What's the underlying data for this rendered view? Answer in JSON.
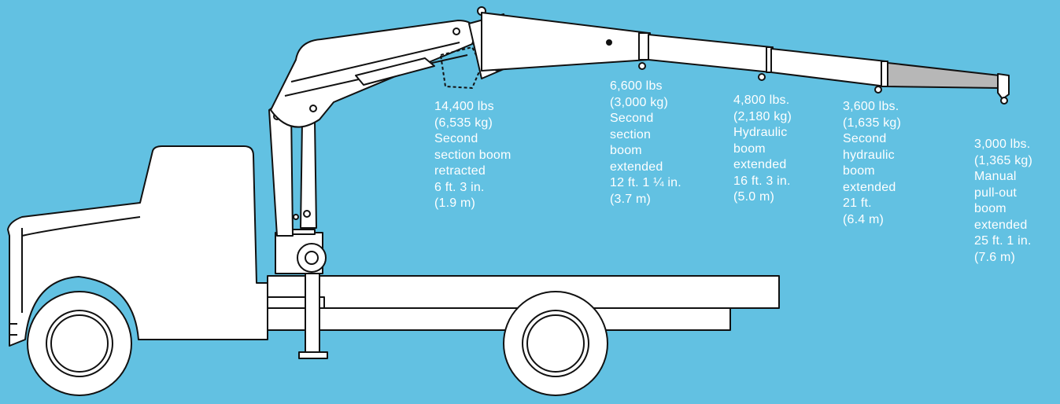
{
  "colors": {
    "background": "#62c1e2",
    "outline": "#111111",
    "fill": "#ffffff",
    "pullout_boom": "#b7b7b7",
    "text": "#ffffff"
  },
  "labels": [
    {
      "id": "retracted",
      "lines": [
        "14,400 lbs",
        "(6,535 kg)",
        "Second",
        "section boom",
        "retracted",
        "6 ft. 3 in.",
        "(1.9 m)"
      ]
    },
    {
      "id": "second-section",
      "lines": [
        "6,600 lbs",
        "(3,000 kg)",
        "Second",
        "section",
        "boom",
        "extended",
        "12 ft. 1 ¼ in.",
        "(3.7 m)"
      ]
    },
    {
      "id": "hydraulic",
      "lines": [
        "4,800 lbs.",
        "(2,180 kg)",
        "Hydraulic",
        "boom",
        "extended",
        "16 ft. 3 in.",
        "(5.0 m)"
      ]
    },
    {
      "id": "second-hydraulic",
      "lines": [
        "3,600 lbs.",
        "(1,635 kg)",
        "Second",
        "hydraulic",
        "boom",
        "extended",
        "21 ft.",
        "(6.4 m)"
      ]
    },
    {
      "id": "manual-pullout",
      "lines": [
        "3,000 lbs.",
        "(1,365 kg)",
        "Manual",
        "pull-out",
        "boom",
        "extended",
        "25 ft. 1 in.",
        "(7.6 m)"
      ]
    }
  ]
}
